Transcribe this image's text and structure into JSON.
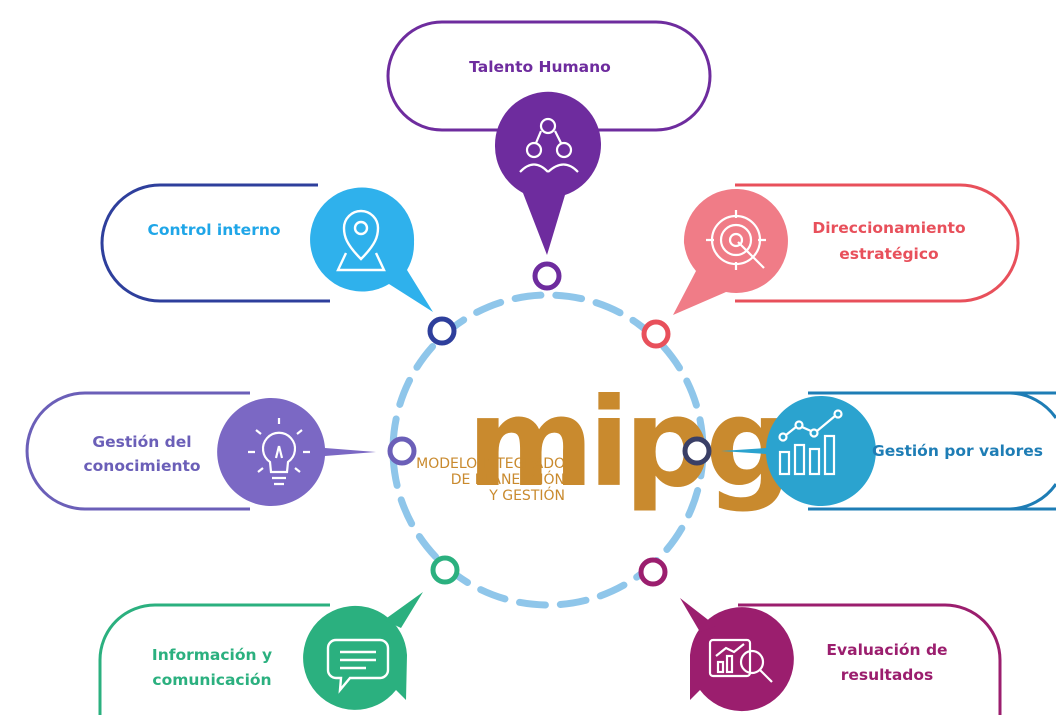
{
  "center": {
    "logo_text": "mipg",
    "subtitle_lines": [
      "MODELO INTEGRADO",
      "DE PLANEACIÓN",
      "Y GESTIÓN"
    ],
    "logo_color": "#C98A2E",
    "ring_color": "#8FC6EA"
  },
  "dimensions": [
    {
      "id": "talento-humano",
      "label_lines": [
        "Talento Humano"
      ],
      "color": "#6E2C9E",
      "icon": "people-network-icon"
    },
    {
      "id": "direccionamiento-estrategico",
      "label_lines": [
        "Direccionamiento",
        "estratégico"
      ],
      "color": "#E8505B",
      "icon": "target-icon"
    },
    {
      "id": "gestion-por-valores",
      "label_lines": [
        "Gestión por  valores"
      ],
      "color": "#1E7DB5",
      "icon": "growth-chart-icon"
    },
    {
      "id": "evaluacion-de-resultados",
      "label_lines": [
        "Evaluación de",
        "resultados"
      ],
      "color": "#9B1E6E",
      "icon": "analytics-search-icon"
    },
    {
      "id": "informacion-y-comunicacion",
      "label_lines": [
        "Información y",
        "comunicación"
      ],
      "color": "#2BB07F",
      "icon": "chat-bubble-icon"
    },
    {
      "id": "gestion-del-conocimiento",
      "label_lines": [
        "Gestión  del",
        "conocimiento"
      ],
      "color": "#6B5FB8",
      "icon": "lightbulb-icon"
    },
    {
      "id": "control-interno",
      "label_lines": [
        "Control interno"
      ],
      "color": "#2FB1EC",
      "icon": "location-pin-icon"
    }
  ]
}
